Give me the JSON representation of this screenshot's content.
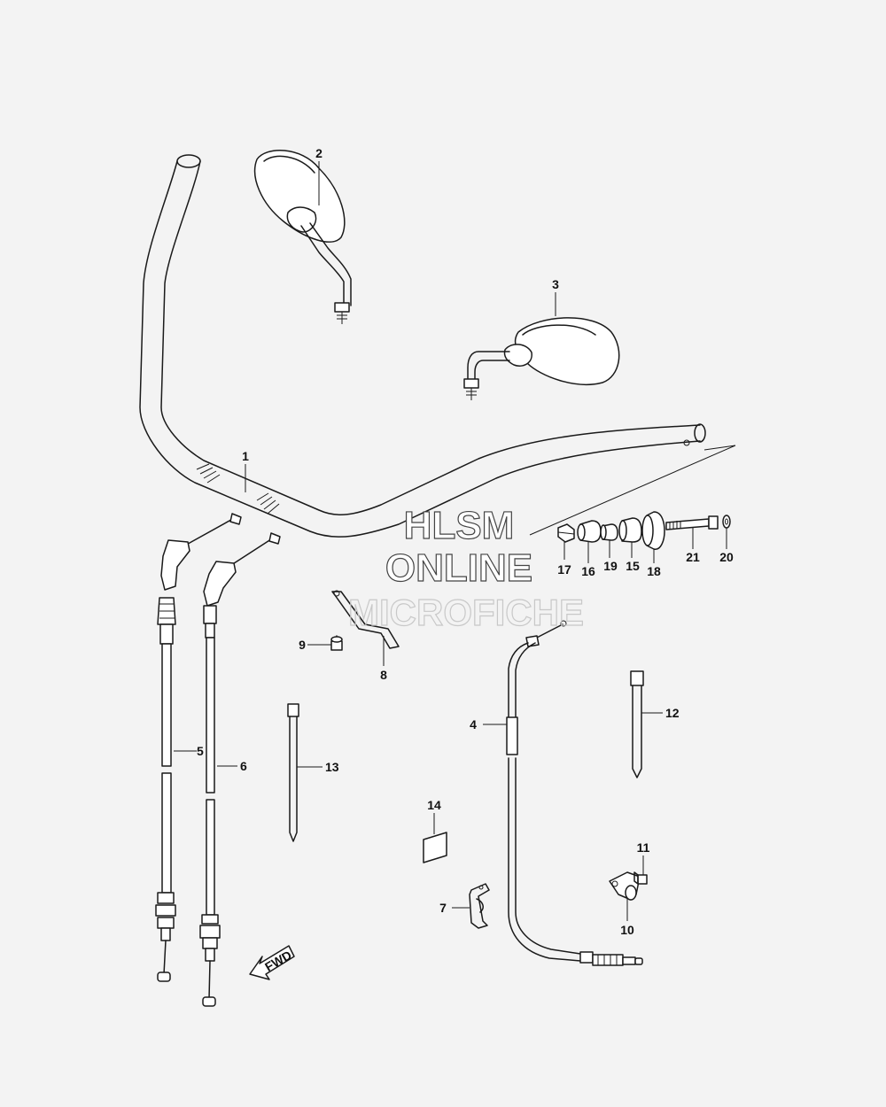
{
  "callouts": {
    "p1": "1",
    "p2": "2",
    "p3": "3",
    "p4": "4",
    "p5": "5",
    "p6": "6",
    "p7": "7",
    "p8": "8",
    "p9": "9",
    "p10": "10",
    "p11": "11",
    "p12": "12",
    "p13": "13",
    "p14": "14",
    "p15": "15",
    "p16": "16",
    "p17": "17",
    "p18": "18",
    "p19": "19",
    "p20": "20",
    "p21": "21"
  },
  "fwd_label": "FWD",
  "watermark": {
    "line1": "HLSM",
    "line2": "ONLINE",
    "line3": "MICROFICHE"
  },
  "colors": {
    "background": "#f3f3f3",
    "line": "#1a1a1a"
  }
}
